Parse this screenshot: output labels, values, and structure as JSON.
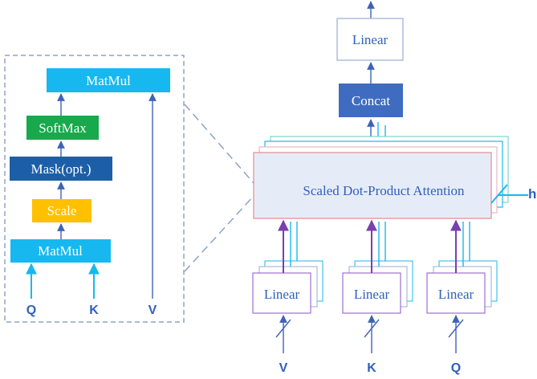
{
  "colors": {
    "cyan": "#17b8ef",
    "green": "#17a94c",
    "navy": "#1c5fa8",
    "gold": "#ffc000",
    "concat": "#3f6cc0",
    "arrow": "#3e63b6",
    "purple": "#7b3fb0",
    "label": "#2f5fbf",
    "dash": "#8da2c9"
  },
  "left_panel": {
    "matmul_top": "MatMul",
    "softmax": "SoftMax",
    "mask": "Mask(opt.)",
    "scale": "Scale",
    "matmul_bottom": "MatMul",
    "q": "Q",
    "k": "K",
    "v": "V"
  },
  "right_panel": {
    "linear_top": "Linear",
    "concat": "Concat",
    "attention": "Scaled Dot-Product Attention",
    "h": "h",
    "linear_v": "Linear",
    "linear_k": "Linear",
    "linear_q": "Linear",
    "v": "V",
    "k": "K",
    "q": "Q"
  }
}
